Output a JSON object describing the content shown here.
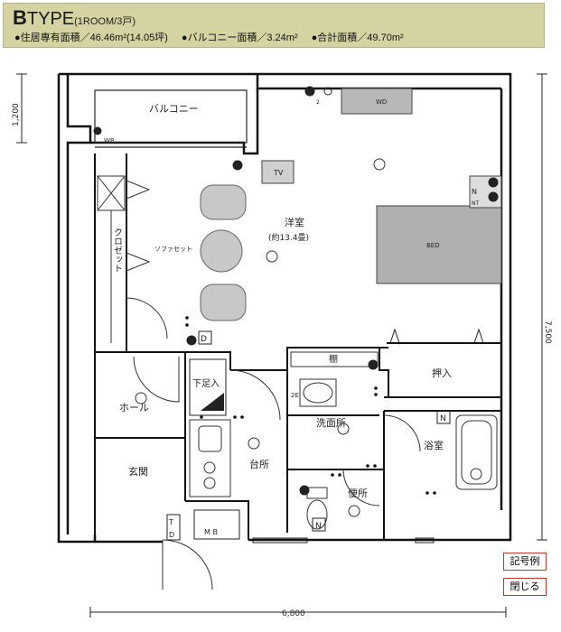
{
  "header": {
    "type_letter": "B",
    "type_rest": "TYPE",
    "type_sub": "(1ROOM/3戸)",
    "spec_private": "●住居専有面積／46.46m²(14.05坪)",
    "spec_balcony": "●バルコニー面積／3.24m²",
    "spec_total": "●合計面積／49.70m²"
  },
  "rooms": {
    "balcony": "バルコニー",
    "wp": "WP",
    "wd": "WD",
    "tv": "TV",
    "closet": "クロゼット",
    "sofa": "ソファセット",
    "western": "洋室",
    "western_size": "(約13.4畳)",
    "bed": "BED",
    "shelf": "棚",
    "oshiire": "押入",
    "shoe": "下足入",
    "hall": "ホール",
    "entrance": "玄関",
    "kitchen": "台所",
    "washroom": "洗面所",
    "bath": "浴室",
    "toilet": "便所",
    "mb": "M B",
    "n": "N",
    "nt": "NT",
    "d": "D",
    "t": "T",
    "e2": "2",
    "e2e": "2E"
  },
  "dimensions": {
    "top_left": "1,200",
    "right": "7,500",
    "bottom": "6,800"
  },
  "buttons": {
    "legend": "記号例",
    "close": "閉じる"
  }
}
